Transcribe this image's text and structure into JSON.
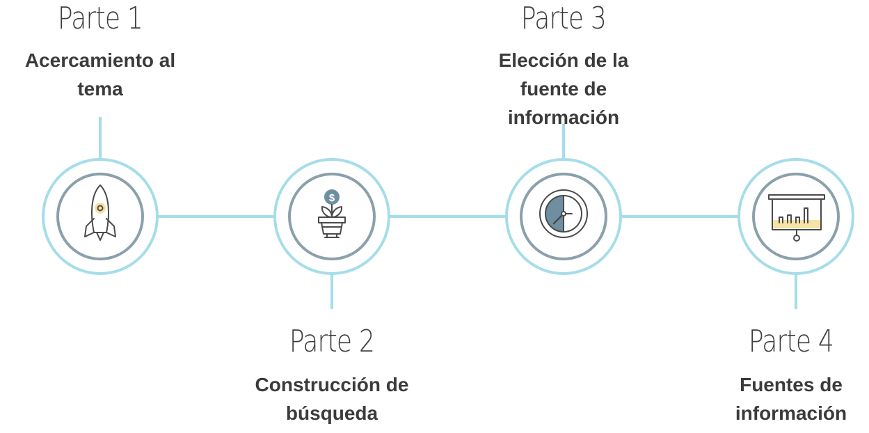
{
  "colors": {
    "connector": "#a5dde9",
    "outer_ring": "#a5dde9",
    "inner_ring": "#8aa0ab",
    "icon_stroke": "#4a4a4a",
    "accent_blue": "#6f8fa0",
    "accent_yellow": "#f6e3a6",
    "text": "#3b3b3b"
  },
  "steps": [
    {
      "title": "Parte 1",
      "desc_lines": [
        "Acercamiento al",
        "tema"
      ],
      "icon": "rocket-icon"
    },
    {
      "title": "Parte 2",
      "desc_lines": [
        "Construcción de",
        "búsqueda"
      ],
      "icon": "money-plant-icon"
    },
    {
      "title": "Parte 3",
      "desc_lines": [
        "Elección de la",
        "fuente de",
        "información"
      ],
      "icon": "clock-icon"
    },
    {
      "title": "Parte 4",
      "desc_lines": [
        "Fuentes de",
        "información"
      ],
      "icon": "presentation-chart-icon"
    }
  ]
}
